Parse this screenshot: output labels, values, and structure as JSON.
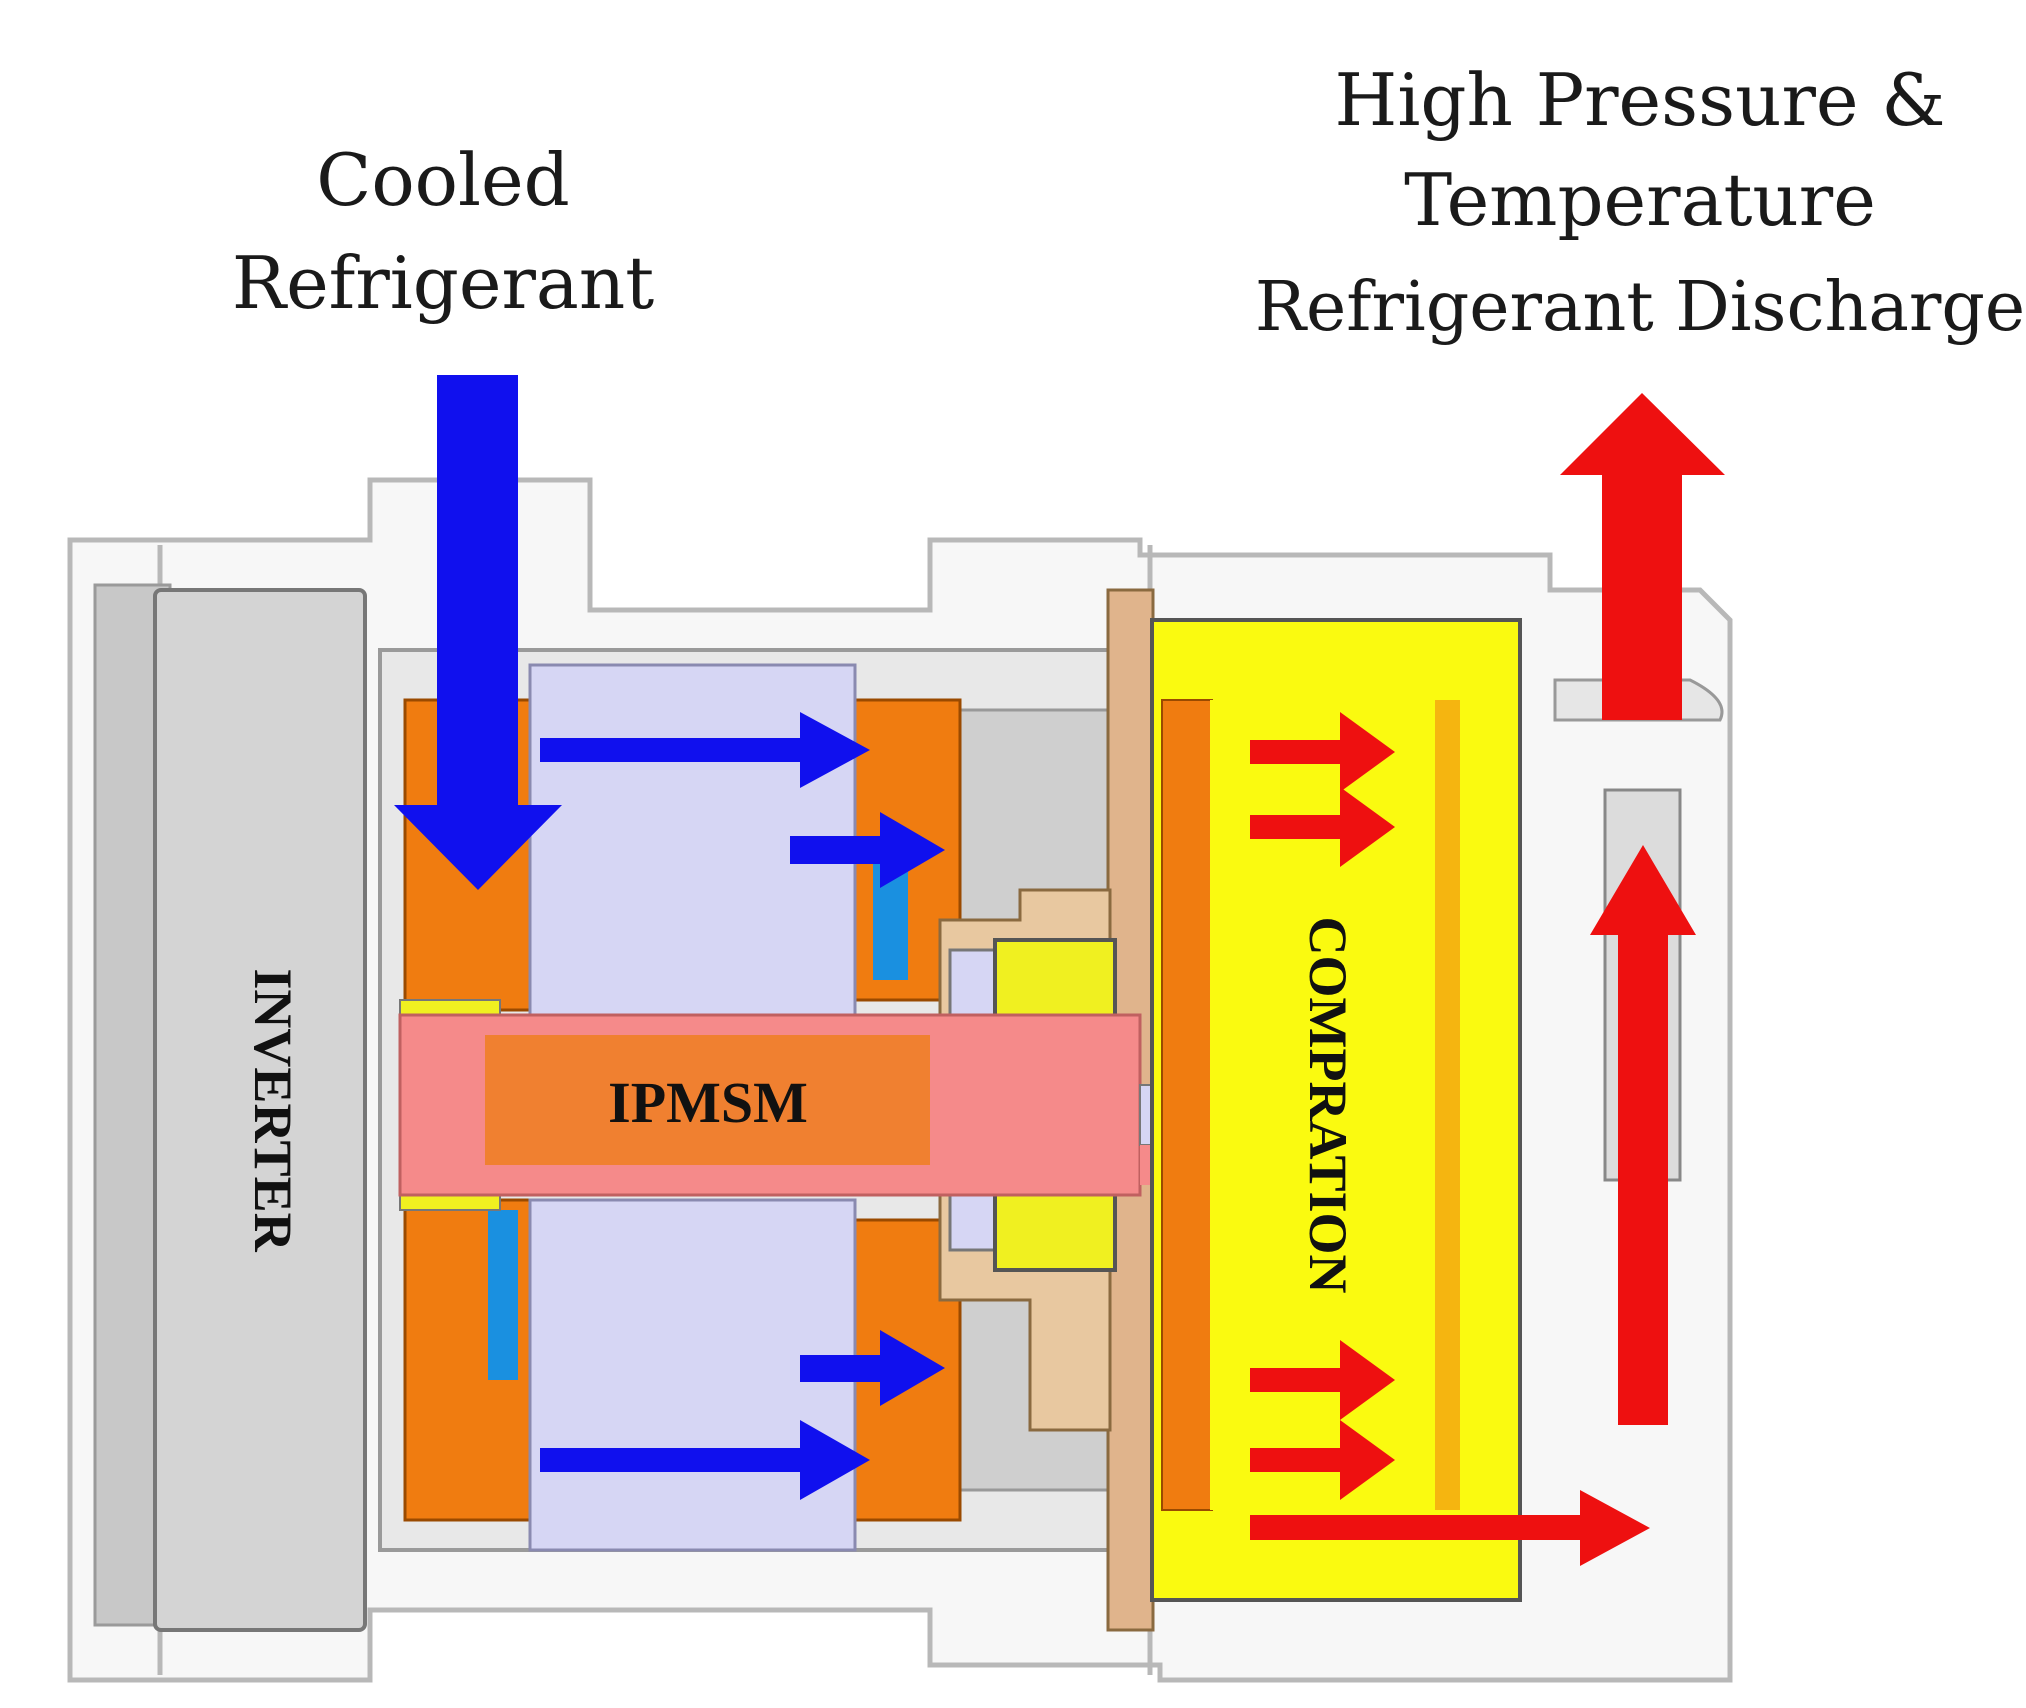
{
  "labels": {
    "inlet_line1": "Cooled",
    "inlet_line2": "Refrigerant",
    "outlet_line1": "High Pressure &",
    "outlet_line2": "Temperature",
    "outlet_line3": "Refrigerant Discharge",
    "inverter": "INVERTER",
    "motor": "IPMSM",
    "compression": "COMPRATION"
  },
  "colors": {
    "cooled_flow": "#1010ee",
    "hot_flow": "#ee1010",
    "inverter": "#d4d4d4",
    "motor_shaft": "#f58a8a",
    "motor_core": "#f08030",
    "stator": "#d6d6f4",
    "winding": "#f07c10",
    "compression": "#fafa10",
    "housing": "#ffffff",
    "bracket": "#e0b48c"
  }
}
